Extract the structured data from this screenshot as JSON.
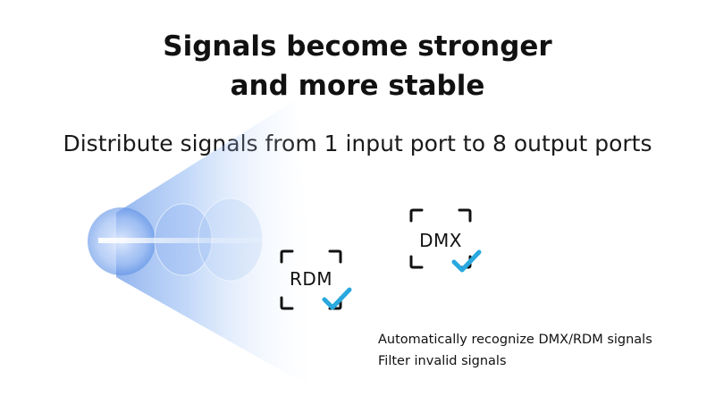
{
  "headline": {
    "line1": "Signals become stronger",
    "line2": "and more stable"
  },
  "subheadline": "Distribute signals from 1 input port to 8 output ports",
  "badges": {
    "rdm": {
      "label": "RDM",
      "icon": "checkmark-icon"
    },
    "dmx": {
      "label": "DMX",
      "icon": "checkmark-icon"
    }
  },
  "features": [
    "Automatically recognize DMX/RDM signals",
    "Filter invalid signals"
  ],
  "colors": {
    "beam": "#4a86e8",
    "check": "#29a8df",
    "frame": "#111111"
  }
}
